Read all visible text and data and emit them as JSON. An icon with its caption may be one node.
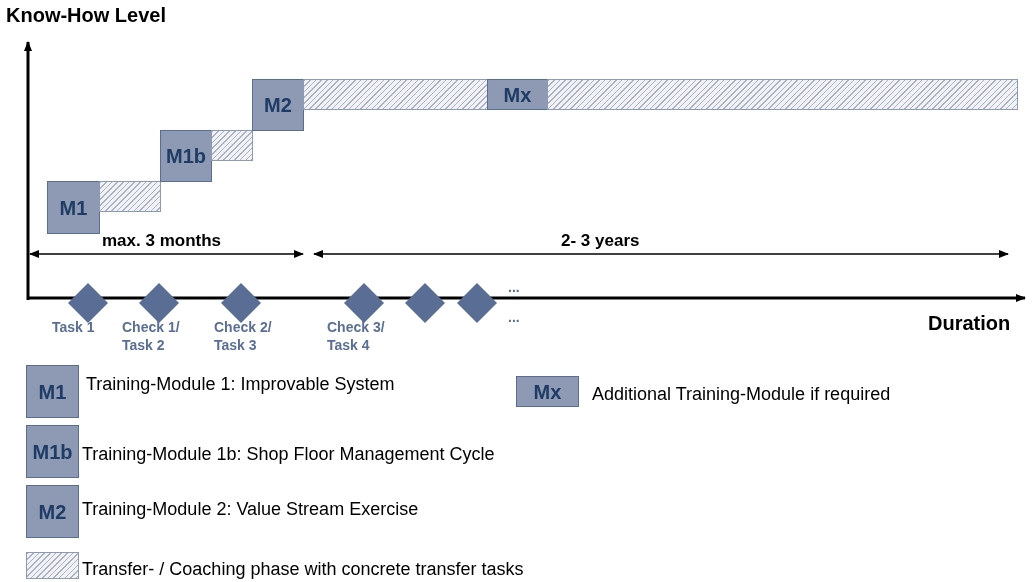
{
  "diagram": {
    "nodes": [
      {
        "text": [
          "M1"
        ]
      },
      {
        "text": [],
        "shape": "bar"
      },
      {
        "text": [
          "M1b"
        ]
      },
      {
        "text": [],
        "shape": "bar"
      },
      {
        "text": [
          "M2"
        ]
      },
      {
        "text": [],
        "shape": "bar"
      },
      {
        "text": [
          "Mx"
        ]
      },
      {
        "text": [],
        "shape": "bar"
      },
      {
        "text": [],
        "shape": "diamond",
        "beside": [
          "Task 1"
        ]
      },
      {
        "text": [],
        "shape": "diamond",
        "beside": [
          "Check 1/ Task 2"
        ]
      },
      {
        "text": [],
        "shape": "diamond",
        "beside": [
          "Check 2/ Task 3"
        ]
      },
      {
        "text": [],
        "shape": "diamond",
        "beside": [
          "Check 3/ Task 4"
        ]
      },
      {
        "text": [],
        "shape": "diamond"
      },
      {
        "text": [],
        "shape": "diamond"
      }
    ],
    "labels": [
      "Know-How Level",
      "max. 3 months",
      "2- 3 years",
      "...",
      "...",
      "Duration",
      "M1",
      "Mx",
      "M1b",
      "M2"
    ],
    "legend": [
      {
        "text": "Training-Module 1: Improvable System",
        "color": "#8e9ab3"
      },
      {
        "text": "Additional Training-Module if required",
        "color": "#8e9ab3"
      },
      {
        "text": "Training-Module 1b: Shop Floor Management Cycle",
        "color": "#8e9ab3"
      },
      {
        "text": "Training-Module 2: Value Stream Exercise",
        "color": "#8e9ab3"
      },
      {
        "text": "Transfer- / Coaching phase with concrete transfer tasks"
      }
    ]
  }
}
